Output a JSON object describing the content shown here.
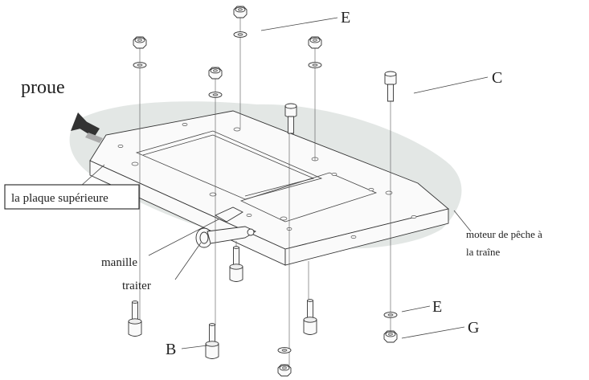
{
  "labels": {
    "bow": "proue",
    "top_plate": "la plaque supérieure",
    "shackle": "manille",
    "tether": "traiter",
    "motor_line1": "moteur de pêche à",
    "motor_line2": "la traîne",
    "label_e_top": "E",
    "label_c": "C",
    "label_e_bottom": "E",
    "label_g": "G",
    "label_b": "B"
  },
  "colors": {
    "plate_shadow": "#e4e8e6",
    "line": "#333333",
    "arrow": "#333333"
  },
  "icons": {
    "bow_arrow": "arrow-up-left-icon",
    "nut": "hex-nut-icon",
    "washer": "washer-icon",
    "bolt": "socket-bolt-icon"
  }
}
